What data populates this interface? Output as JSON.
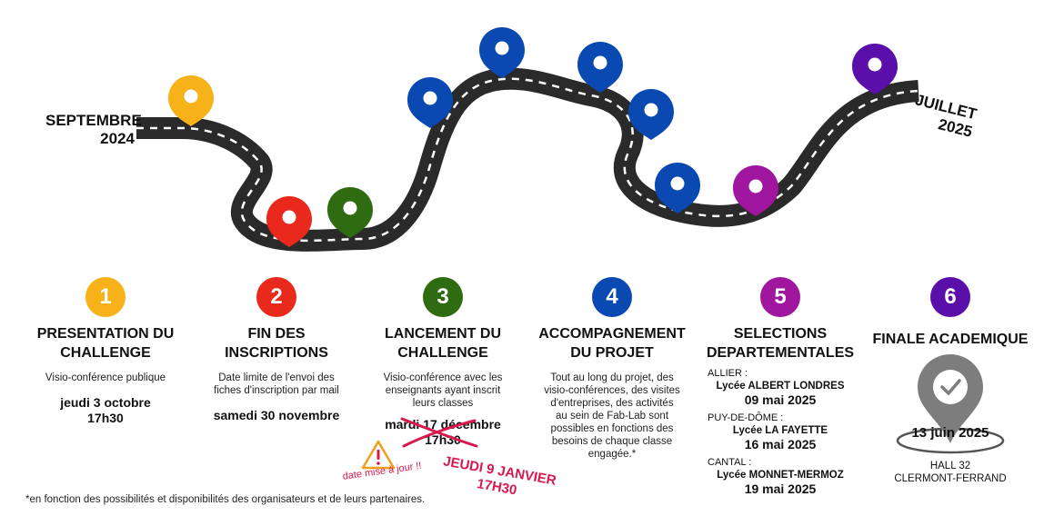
{
  "start_label": {
    "line1": "SEPTEMBRE",
    "line2": "2024"
  },
  "end_label": {
    "line1": "JUILLET",
    "line2": "2025"
  },
  "colors": {
    "road": "#2a2a2a",
    "dash": "#ffffff",
    "step1": "#f7b21a",
    "step2": "#e8291c",
    "step3": "#2f6b10",
    "step4": "#0a49b2",
    "step5": "#a0169e",
    "step6": "#5a0faa",
    "final_pin": "#7d7d7d",
    "update_red": "#d8194e",
    "warning": "#f2a01c"
  },
  "steps": [
    {
      "number": "1",
      "title_line1": "PRESENTATION DU",
      "title_line2": "CHALLENGE",
      "desc": "Visio-conférence publique",
      "date_line1": "jeudi 3 octobre",
      "date_line2": "17h30"
    },
    {
      "number": "2",
      "title_line1": "FIN DES",
      "title_line2": "INSCRIPTIONS",
      "desc_line1": "Date limite de l'envoi des",
      "desc_line2": "fiches d'inscription par mail",
      "date_line1": "samedi 30 novembre"
    },
    {
      "number": "3",
      "title_line1": "LANCEMENT DU",
      "title_line2": "CHALLENGE",
      "desc_line1": "Visio-conférence avec les",
      "desc_line2": "enseignants ayant inscrit",
      "desc_line3": "leurs classes",
      "old_date_line1": "mardi 17 décembre",
      "old_date_line2": "17h30",
      "new_date_line1": "JEUDI 9 JANVIER",
      "new_date_line2": "17H30",
      "update_note": "date mise à jour !!"
    },
    {
      "number": "4",
      "title_line1": "ACCOMPAGNEMENT",
      "title_line2": "DU PROJET",
      "desc_line1": "Tout au long du projet, des",
      "desc_line2": "visio-conférences, des visites",
      "desc_line3": "d'entreprises, des activités",
      "desc_line4": "au sein de Fab-Lab sont",
      "desc_line5": "possibles en fonctions des",
      "desc_line6": "besoins de chaque classe",
      "desc_line7": "engagée.*"
    },
    {
      "number": "5",
      "title_line1": "SELECTIONS",
      "title_line2": "DEPARTEMENTALES",
      "selections": [
        {
          "dept": "ALLIER :",
          "school": "Lycée ALBERT LONDRES",
          "date": "09 mai 2025"
        },
        {
          "dept": "PUY-DE-DÔME :",
          "school": "Lycée LA FAYETTE",
          "date": "16 mai 2025"
        },
        {
          "dept": "CANTAL :",
          "school": "Lycée MONNET-MERMOZ",
          "date": "19 mai 2025"
        }
      ]
    },
    {
      "number": "6",
      "title_line1": "FINALE ACADEMIQUE",
      "date_line1": "13 juin 2025",
      "place_line1": "HALL 32",
      "place_line2": "CLERMONT-FERRAND"
    }
  ],
  "footnote": "*en fonction des possibilités et disponibilités des organisateurs et de leurs partenaires."
}
